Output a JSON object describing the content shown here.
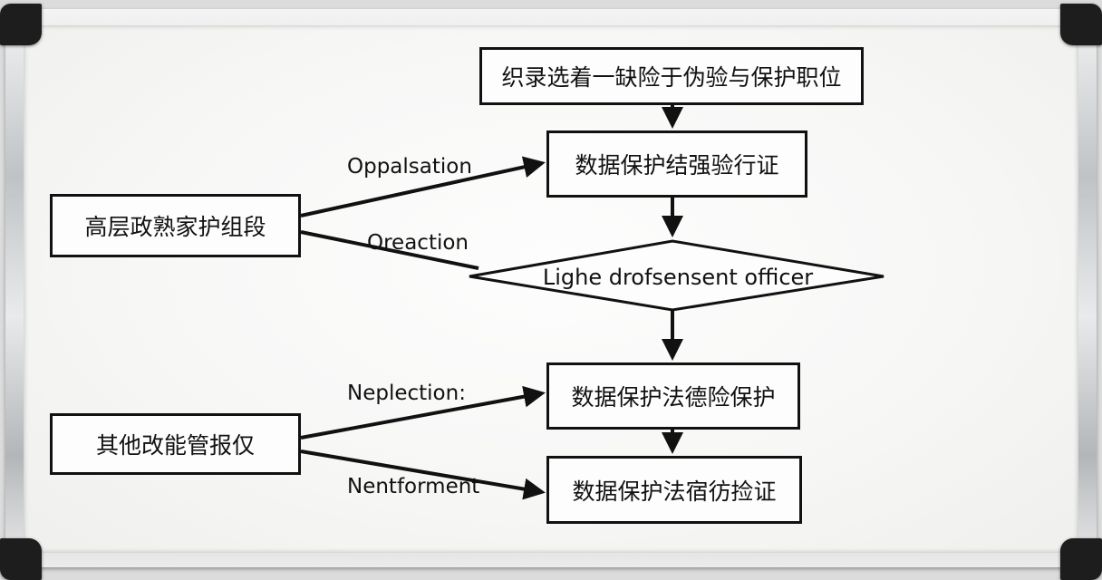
{
  "nodes": {
    "top": "织录选着一缺险于伪验与保护职位",
    "verify": "数据保护结强验行证",
    "left_upper": "高层政熟家护组段",
    "officer": "Lighe drofsensent officer",
    "law_protect": "数据保护法德险保护",
    "left_lower": "其他改能管报仅",
    "law_verify": "数据保护法宿彷捡证"
  },
  "edges": {
    "oppalsation": "Oppalsation",
    "oreaction": "Oreaction",
    "neplection": "Neplection:",
    "nentforment": "Nentforment"
  }
}
